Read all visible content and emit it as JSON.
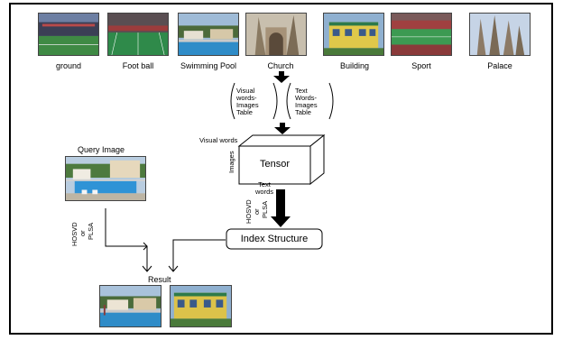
{
  "categories": [
    "ground",
    "Foot ball",
    "Swimming Pool",
    "Church",
    "Building",
    "Sport",
    "Palace"
  ],
  "tables": {
    "visual": [
      "Visual",
      "words-",
      "Images",
      "Table"
    ],
    "text": [
      "Text",
      "Words-",
      "Images",
      "Table"
    ]
  },
  "tensor": {
    "label": "Tensor",
    "top_axis": "Visual words",
    "side_axis": "Images",
    "depth_axis_line1": "Text",
    "depth_axis_line2": "words"
  },
  "methods": {
    "right": [
      "HOSVD",
      "or",
      "PLSA"
    ],
    "left": [
      "HOSVD",
      "or",
      "PLSA"
    ]
  },
  "query": {
    "label": "Query Image"
  },
  "index": {
    "label": "Index Structure"
  },
  "result": {
    "label": "Result"
  },
  "colors": {
    "line": "#000000",
    "background": "#ffffff"
  }
}
